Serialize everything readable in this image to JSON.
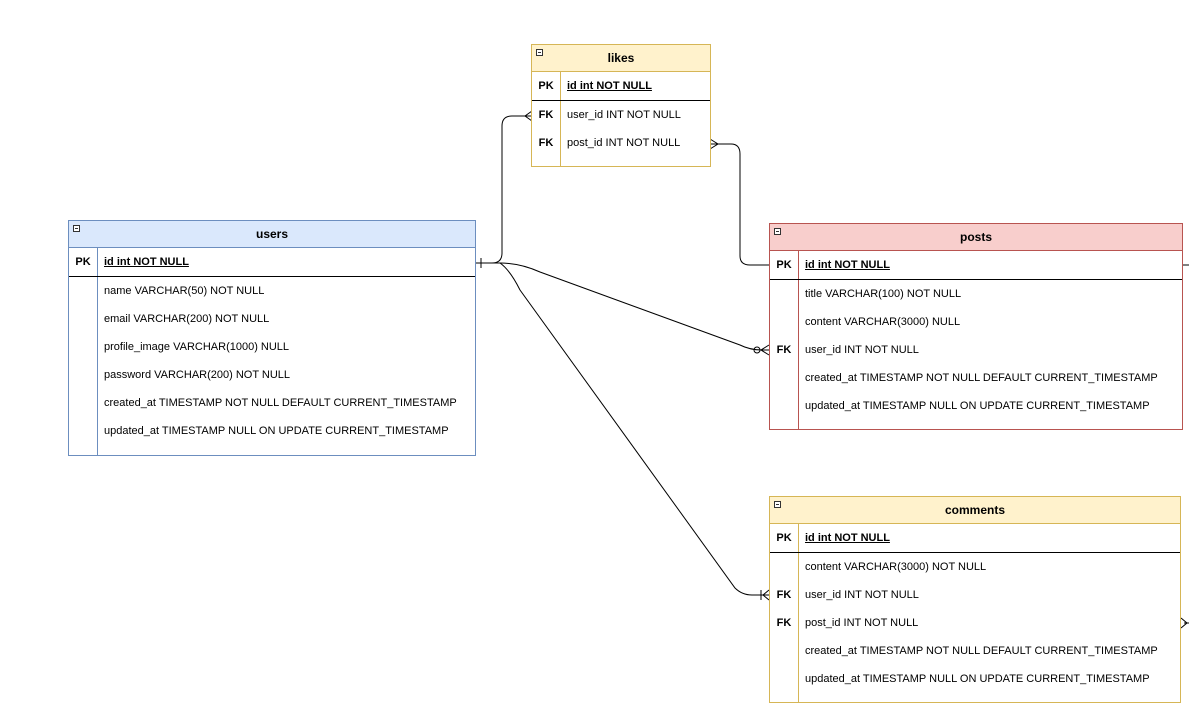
{
  "entities": {
    "likes": {
      "title": "likes",
      "rows": [
        {
          "key": "PK",
          "text": "id int NOT NULL"
        },
        {
          "key": "FK",
          "text": "user_id INT NOT NULL"
        },
        {
          "key": "FK",
          "text": "post_id INT NOT NULL"
        }
      ]
    },
    "users": {
      "title": "users",
      "rows": [
        {
          "key": "PK",
          "text": "id int NOT NULL"
        },
        {
          "key": "",
          "text": "name VARCHAR(50) NOT NULL"
        },
        {
          "key": "",
          "text": "email VARCHAR(200) NOT NULL"
        },
        {
          "key": "",
          "text": "profile_image VARCHAR(1000) NULL"
        },
        {
          "key": "",
          "text": "password VARCHAR(200) NOT NULL"
        },
        {
          "key": "",
          "text": "created_at TIMESTAMP NOT NULL DEFAULT CURRENT_TIMESTAMP"
        },
        {
          "key": "",
          "text": "updated_at TIMESTAMP NULL ON UPDATE CURRENT_TIMESTAMP"
        }
      ]
    },
    "posts": {
      "title": "posts",
      "rows": [
        {
          "key": "PK",
          "text": "id int NOT NULL"
        },
        {
          "key": "",
          "text": "title VARCHAR(100) NOT NULL"
        },
        {
          "key": "",
          "text": "content VARCHAR(3000) NULL"
        },
        {
          "key": "FK",
          "text": "user_id INT NOT NULL"
        },
        {
          "key": "",
          "text": "created_at TIMESTAMP NOT NULL DEFAULT CURRENT_TIMESTAMP"
        },
        {
          "key": "",
          "text": "updated_at TIMESTAMP NULL ON UPDATE CURRENT_TIMESTAMP"
        }
      ]
    },
    "comments": {
      "title": "comments",
      "rows": [
        {
          "key": "PK",
          "text": "id int NOT NULL"
        },
        {
          "key": "",
          "text": "content VARCHAR(3000) NOT NULL"
        },
        {
          "key": "FK",
          "text": "user_id INT NOT NULL"
        },
        {
          "key": "FK",
          "text": "post_id INT NOT NULL"
        },
        {
          "key": "",
          "text": "created_at TIMESTAMP NOT NULL DEFAULT CURRENT_TIMESTAMP"
        },
        {
          "key": "",
          "text": "updated_at TIMESTAMP NULL ON UPDATE CURRENT_TIMESTAMP"
        }
      ]
    }
  },
  "colors": {
    "users_fill": "#dae8fc",
    "users_stroke": "#6c8ebf",
    "likes_fill": "#fff2cc",
    "likes_stroke": "#d6b656",
    "posts_fill": "#f8cecc",
    "posts_stroke": "#b85450",
    "comments_fill": "#fff2cc",
    "comments_stroke": "#d6b656",
    "edge": "#000000"
  }
}
